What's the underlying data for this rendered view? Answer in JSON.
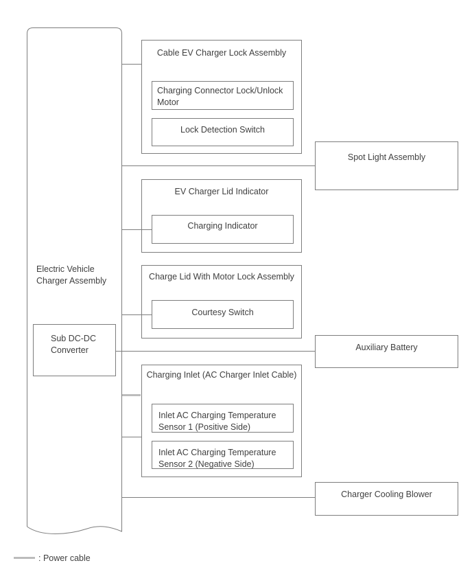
{
  "diagram": {
    "main_assembly": {
      "label": "Electric Vehicle Charger Assembly"
    },
    "sub_converter": {
      "label": "Sub DC-DC Converter"
    },
    "groups": [
      {
        "title": "Cable EV Charger Lock Assembly",
        "children": [
          {
            "label": "Charging Connector Lock/Unlock Motor"
          },
          {
            "label": "Lock Detection Switch"
          }
        ]
      },
      {
        "title": "EV Charger Lid Indicator",
        "children": [
          {
            "label": "Charging Indicator"
          }
        ]
      },
      {
        "title": "Charge Lid With Motor Lock Assembly",
        "children": [
          {
            "label": "Courtesy Switch"
          }
        ]
      },
      {
        "title": "Charging Inlet (AC Charger Inlet Cable)",
        "children": [
          {
            "label": "Inlet AC Charging Temperature Sensor 1 (Positive Side)"
          },
          {
            "label": "Inlet AC Charging Temperature Sensor 2 (Negative Side)"
          }
        ]
      }
    ],
    "peripherals": [
      {
        "label": "Spot Light Assembly"
      },
      {
        "label": "Auxiliary Battery"
      },
      {
        "label": "Charger Cooling Blower"
      }
    ],
    "legend": {
      "label": ": Power cable"
    },
    "colors": {
      "line": "#7d7d7d",
      "power_cable": "#bcbcbc",
      "text": "#404040",
      "background": "#ffffff"
    }
  }
}
